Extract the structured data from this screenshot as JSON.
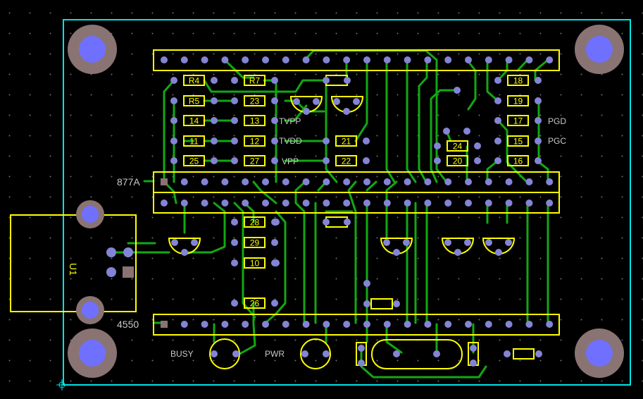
{
  "board": {
    "header_877a_label": "877A",
    "header_4550_label": "4550",
    "usb_designator": "U1",
    "busy_label": "BUSY",
    "pwr_label": "PWR",
    "tvpp_label": "TVPP",
    "tvdd_label": "TVDD",
    "vpp_label": "VPP",
    "pgd_label": "PGD",
    "pgc_label": "PGC"
  },
  "components": {
    "r4": "R4",
    "r7": "R7",
    "r5": "R5",
    "c23": "23",
    "c14": "14",
    "c13": "13",
    "c11": "11",
    "c12": "12",
    "c25": "25",
    "c27": "27",
    "c21": "21",
    "c22": "22",
    "c18": "18",
    "c19": "19",
    "c17": "17",
    "c15": "15",
    "c16": "16",
    "c24": "24",
    "c20": "20",
    "c28": "28",
    "c29": "29",
    "c10": "10",
    "c26": "26"
  },
  "colors": {
    "board_outline": "#00e5e5",
    "silkscreen": "#ffff00",
    "trace": "#12a812",
    "pad": "#8484d6",
    "mount_ring": "#8a7373",
    "mount_center": "#7070ff"
  }
}
